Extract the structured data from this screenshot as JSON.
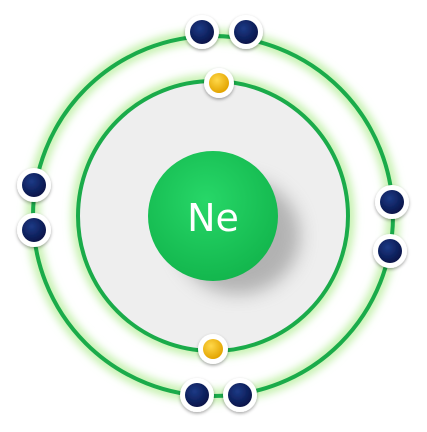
{
  "element": {
    "symbol": "Ne"
  },
  "shells": [
    {
      "shell": 1,
      "electron_count": 2,
      "electron_color": "#f0b400"
    },
    {
      "shell": 2,
      "electron_count": 8,
      "electron_color": "#0a1f5c"
    }
  ],
  "colors": {
    "orbit": "#1aab4a",
    "orbit_glow": "#c9f2b4",
    "nucleus": "#1ec95a",
    "inner_fill": "#eeeeee",
    "symbol_text": "#ffffff"
  }
}
